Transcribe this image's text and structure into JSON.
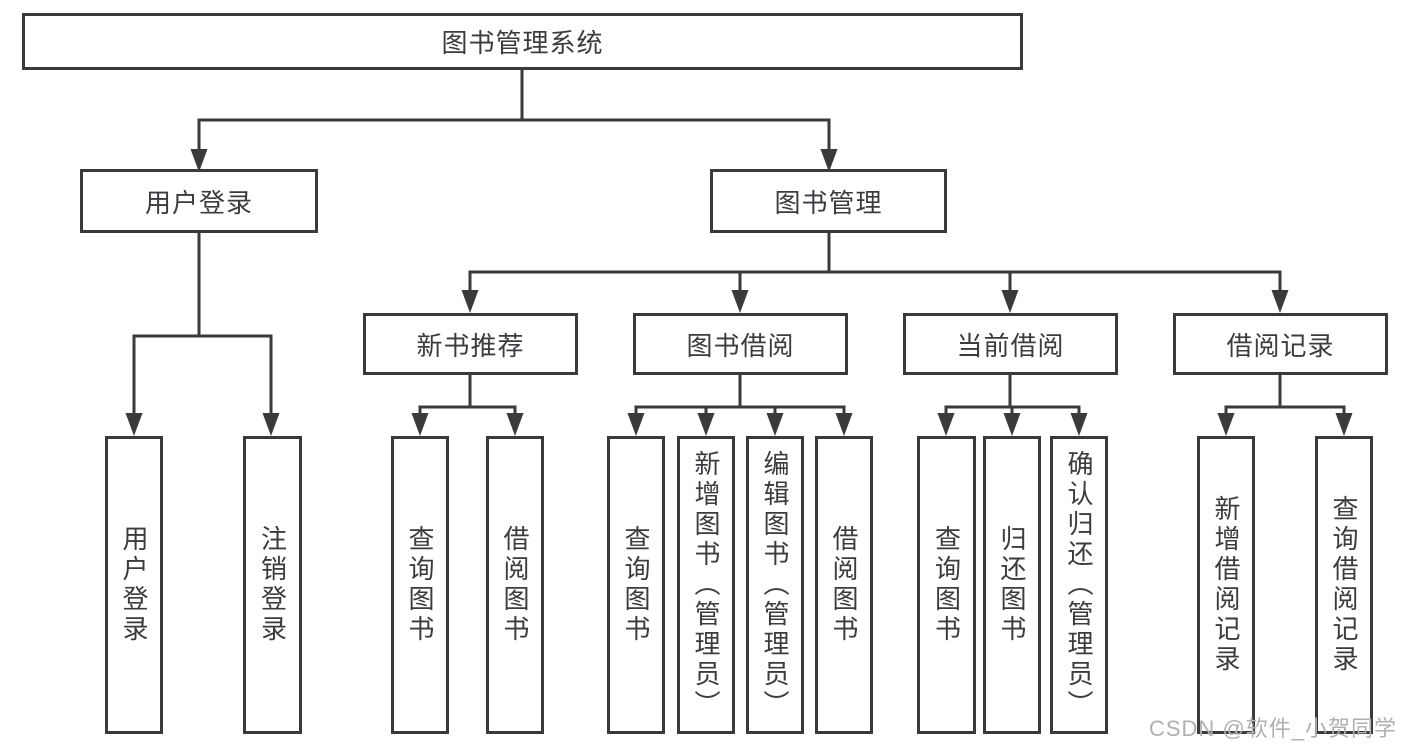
{
  "diagram": {
    "root": {
      "label": "图书管理系统"
    },
    "branches": [
      {
        "label": "用户登录",
        "children": [
          {
            "label": "用户登录"
          },
          {
            "label": "注销登录"
          }
        ]
      },
      {
        "label": "图书管理",
        "children": [
          {
            "label": "新书推荐",
            "children": [
              {
                "label": "查询图书"
              },
              {
                "label": "借阅图书"
              }
            ]
          },
          {
            "label": "图书借阅",
            "children": [
              {
                "label": "查询图书"
              },
              {
                "label": "新增图书（管理员）"
              },
              {
                "label": "编辑图书（管理员）"
              },
              {
                "label": "借阅图书"
              }
            ]
          },
          {
            "label": "当前借阅",
            "children": [
              {
                "label": "查询图书"
              },
              {
                "label": "归还图书"
              },
              {
                "label": "确认归还（管理员）"
              }
            ]
          },
          {
            "label": "借阅记录",
            "children": [
              {
                "label": "新增借阅记录"
              },
              {
                "label": "查询借阅记录"
              }
            ]
          }
        ]
      }
    ],
    "watermark": "CSDN @软件_小贺同学",
    "colors": {
      "line": "#3a3a3a",
      "text": "#3b3b40",
      "watermark": "#b0b0b0",
      "background": "#ffffff"
    }
  }
}
